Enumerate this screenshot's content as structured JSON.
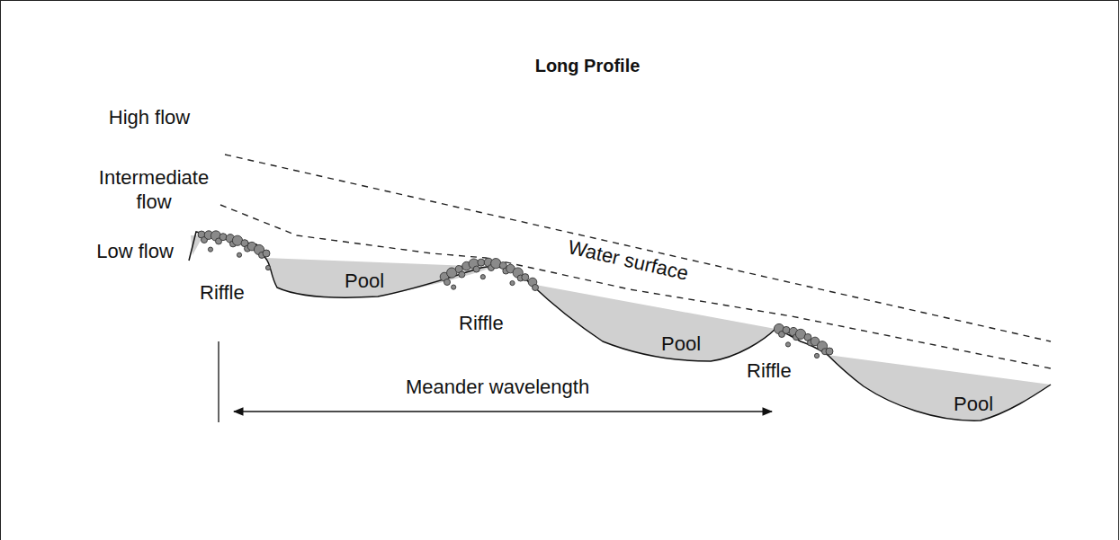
{
  "diagram": {
    "title": "Long Profile",
    "labels": [
      "High flow",
      "Intermediate flow",
      "Low flow",
      "Water surface",
      "Riffle",
      "Pool",
      "Riffle",
      "Pool",
      "Riffle",
      "Pool",
      "Meander wavelength"
    ]
  }
}
